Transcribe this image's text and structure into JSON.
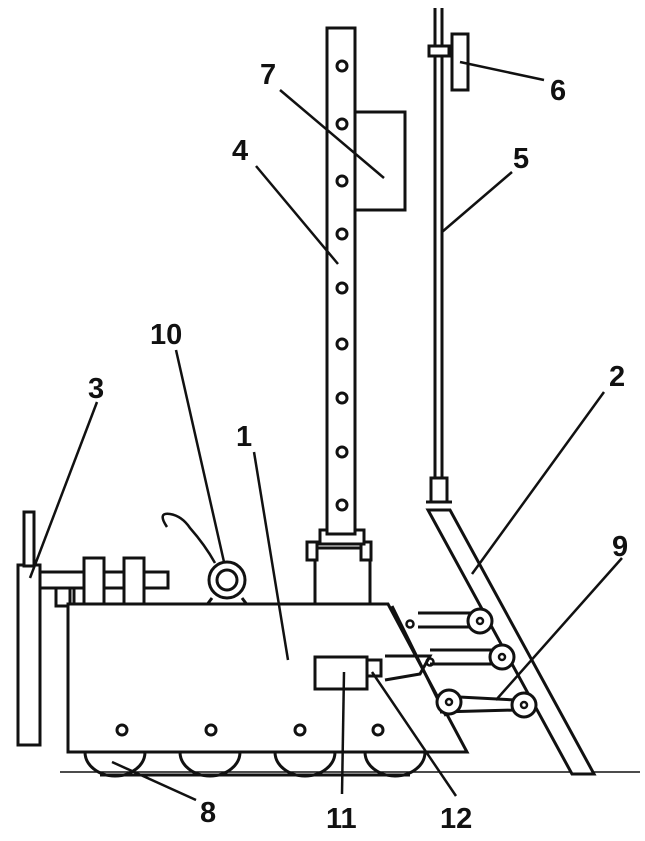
{
  "figure": {
    "labels": {
      "body": "1",
      "rear_support": "2",
      "front_plate": "3",
      "mast": "4",
      "rod": "5",
      "rod_top_block": "6",
      "mast_box": "7",
      "track_wheels": "8",
      "links": "9",
      "reel": "10",
      "control_box": "11",
      "ramp": "12"
    }
  },
  "colors": {
    "line": "#111111",
    "background": "#ffffff"
  }
}
